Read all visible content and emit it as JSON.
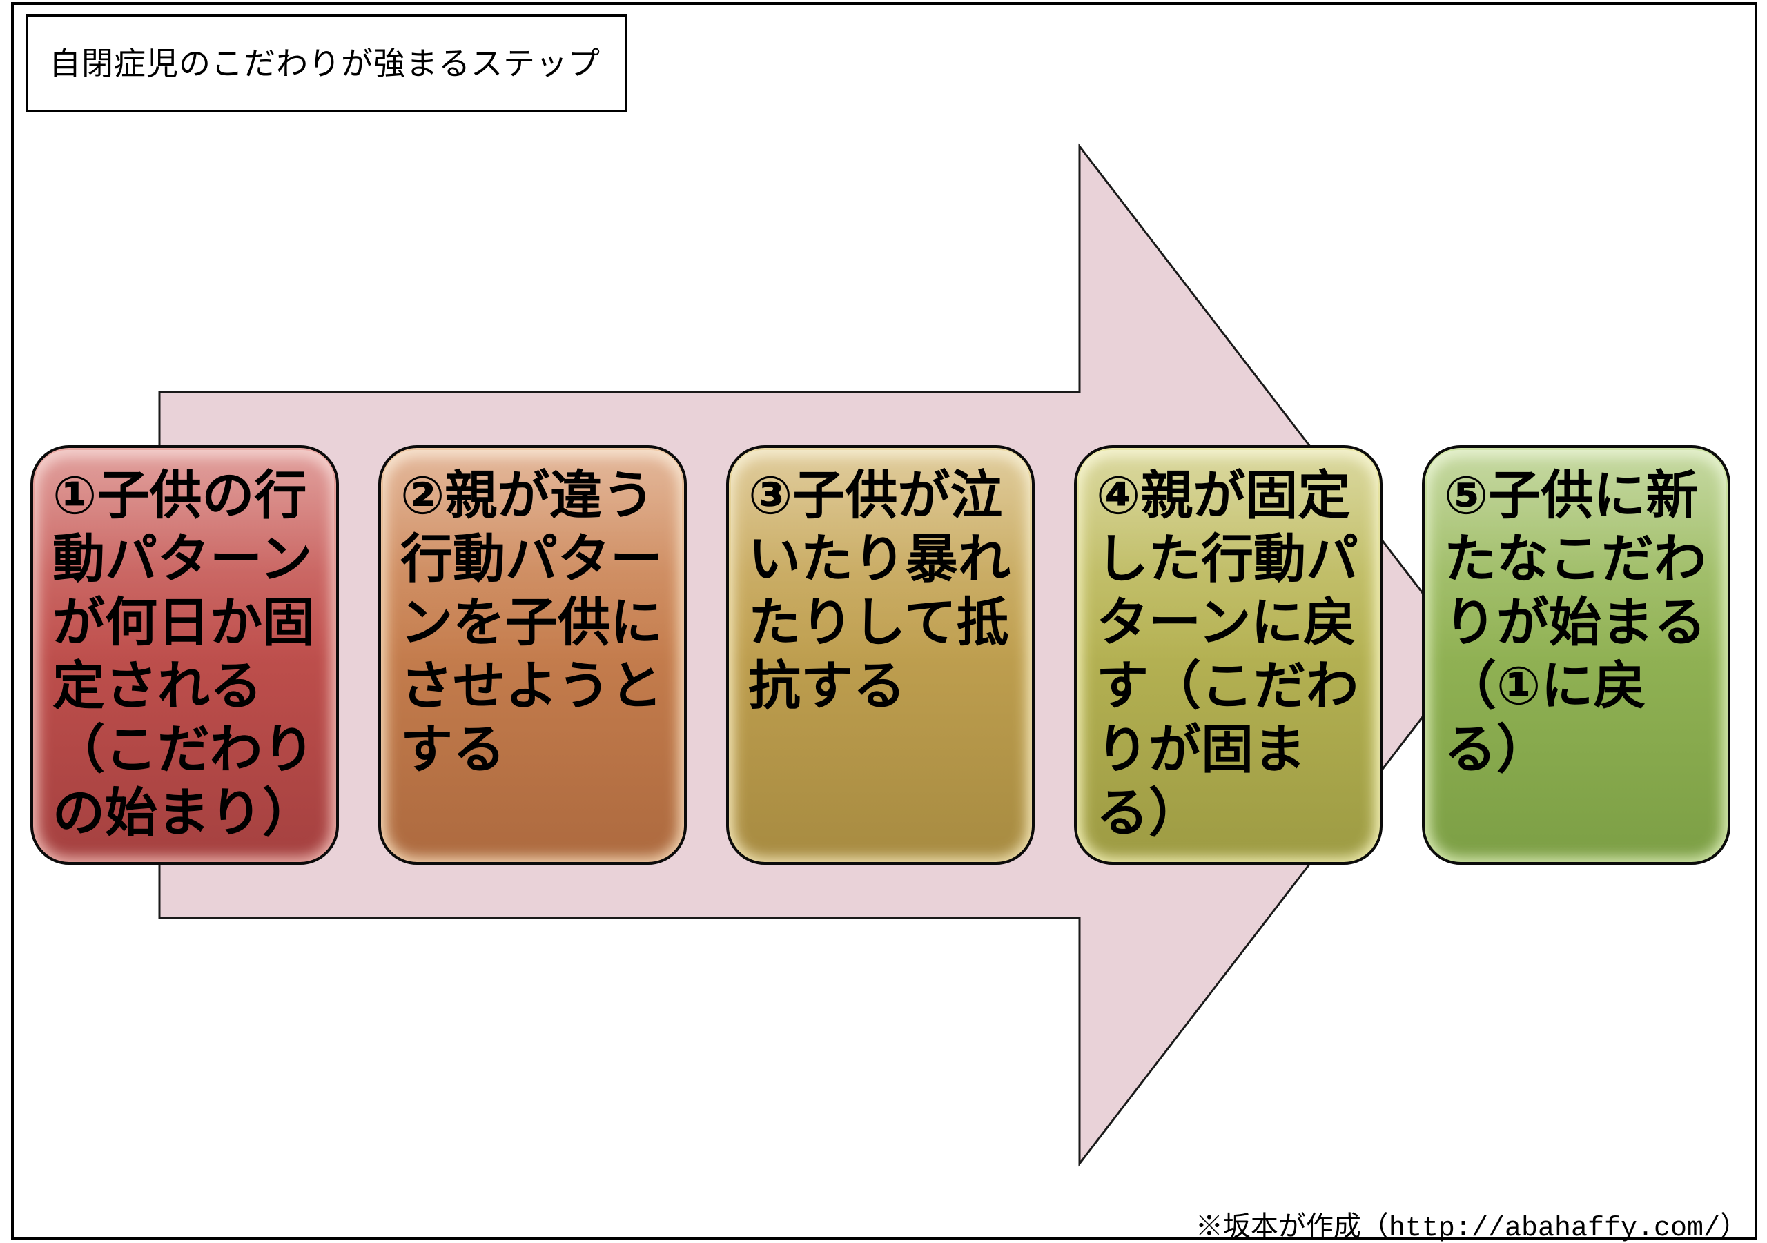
{
  "diagram": {
    "title": "自閉症児のこだわりが強まるステップ",
    "attribution": "※坂本が作成（http://abahaffy.com/）",
    "arrow": {
      "direction": "right",
      "fill_color": "#e9d2d8",
      "outline_color": "#1a1a1a"
    },
    "steps": [
      {
        "number": "①",
        "text": "①子供の行\n動パターン\nが何日か固\n定される\n（こだわり\nの始まり）",
        "colors": {
          "base": "#c0504d",
          "light": "#cd625d",
          "dark": "#a54140",
          "rim": "#f2b6b0"
        }
      },
      {
        "number": "②",
        "text": "②親が違う\n行動パター\nンを子供に\nさせようと\nする",
        "colors": {
          "base": "#c67e4e",
          "light": "#d28a5a",
          "dark": "#ad6a3f",
          "rim": "#f7d6b2"
        }
      },
      {
        "number": "③",
        "text": "③子供が泣\nいたり暴れ\nたりして抵\n抗する",
        "colors": {
          "base": "#c0a050",
          "light": "#ccab5c",
          "dark": "#a78b41",
          "rim": "#f4e5b2"
        }
      },
      {
        "number": "④",
        "text": "④親が固定\nした行動パ\nターンに戻\nす（こだわ\nりが固ま\nる）",
        "colors": {
          "base": "#b6b354",
          "light": "#c3bf61",
          "dark": "#9d9b43",
          "rim": "#f5f2b4"
        }
      },
      {
        "number": "⑤",
        "text": "⑤子供に新\nたなこだわ\nりが始まる\n（①に戻\nる）",
        "colors": {
          "base": "#92b355",
          "light": "#a1c065",
          "dark": "#7c9f45",
          "rim": "#daeeb2"
        }
      }
    ]
  }
}
